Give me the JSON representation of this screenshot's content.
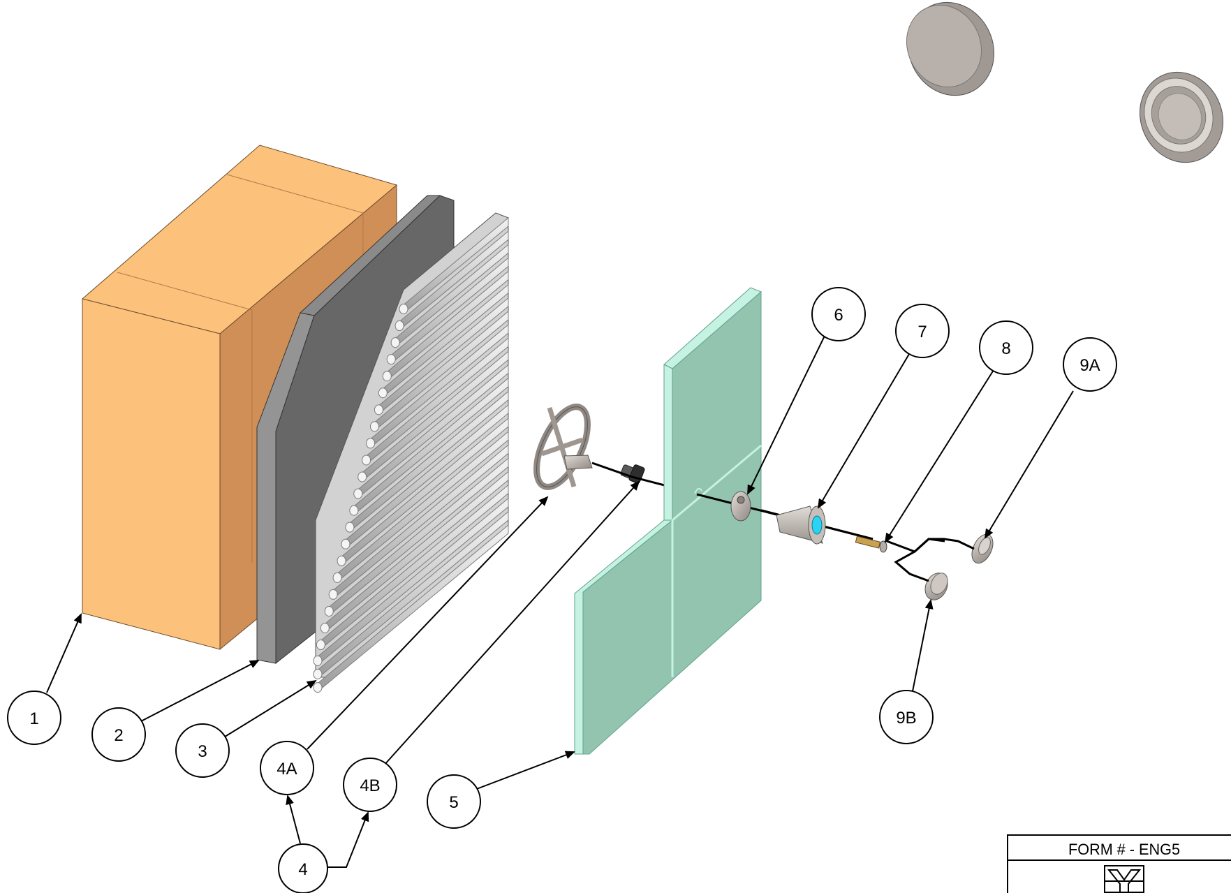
{
  "callouts": [
    {
      "id": "b1",
      "label": "1"
    },
    {
      "id": "b2",
      "label": "2"
    },
    {
      "id": "b3",
      "label": "3"
    },
    {
      "id": "b4a",
      "label": "4A"
    },
    {
      "id": "b4b",
      "label": "4B"
    },
    {
      "id": "b4",
      "label": "4"
    },
    {
      "id": "b5",
      "label": "5"
    },
    {
      "id": "b6",
      "label": "6"
    },
    {
      "id": "b7",
      "label": "7"
    },
    {
      "id": "b8",
      "label": "8"
    },
    {
      "id": "b9a",
      "label": "9A"
    },
    {
      "id": "b9b",
      "label": "9B"
    }
  ],
  "title_block": {
    "form_number": "FORM # - ENG5",
    "logo_icon": "company-logo-icon"
  },
  "colors": {
    "block_front": "#fcc27b",
    "block_side": "#cf8f56",
    "block_top": "#fcc27b",
    "plate_front": "#676767",
    "plate_side": "#949494",
    "fin_plate": "#d2d2d2",
    "glass_front": "#93c4b0",
    "glass_edge": "#c5f2e2",
    "metal_part": "#c0b8b2",
    "cone_bore": "#2bd3f2",
    "stroke": "#000000"
  }
}
